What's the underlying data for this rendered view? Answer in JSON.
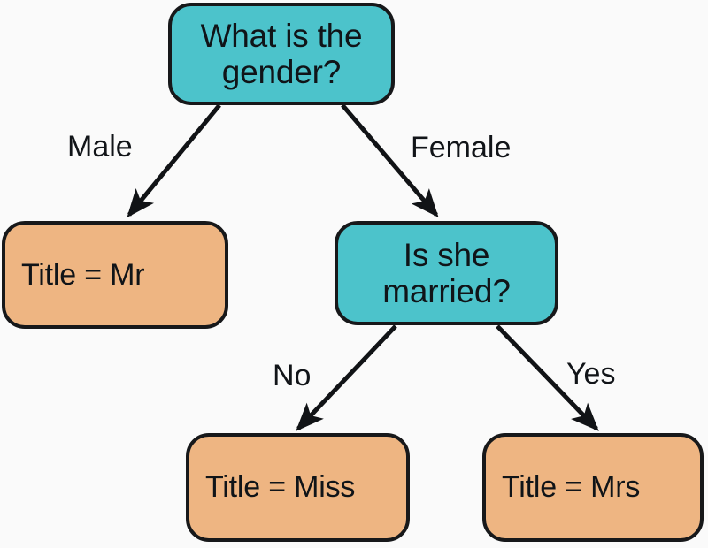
{
  "diagram": {
    "type": "decision-tree",
    "background_color": "#fafafa",
    "colors": {
      "decision_node": "#4cc3cb",
      "leaf_node": "#eeb582",
      "stroke": "#17181a",
      "text": "#101418"
    },
    "nodes": [
      {
        "id": "root",
        "kind": "decision",
        "label": "What is the\ngender?"
      },
      {
        "id": "mr",
        "kind": "leaf",
        "label": "Title = Mr"
      },
      {
        "id": "married",
        "kind": "decision",
        "label": "Is she\nmarried?"
      },
      {
        "id": "miss",
        "kind": "leaf",
        "label": "Title = Miss"
      },
      {
        "id": "mrs",
        "kind": "leaf",
        "label": "Title = Mrs"
      }
    ],
    "edges": [
      {
        "id": "root-male",
        "from": "root",
        "to": "mr",
        "label": "Male"
      },
      {
        "id": "root-female",
        "from": "root",
        "to": "married",
        "label": "Female"
      },
      {
        "id": "married-no",
        "from": "married",
        "to": "miss",
        "label": "No"
      },
      {
        "id": "married-yes",
        "from": "married",
        "to": "mrs",
        "label": "Yes"
      }
    ]
  }
}
